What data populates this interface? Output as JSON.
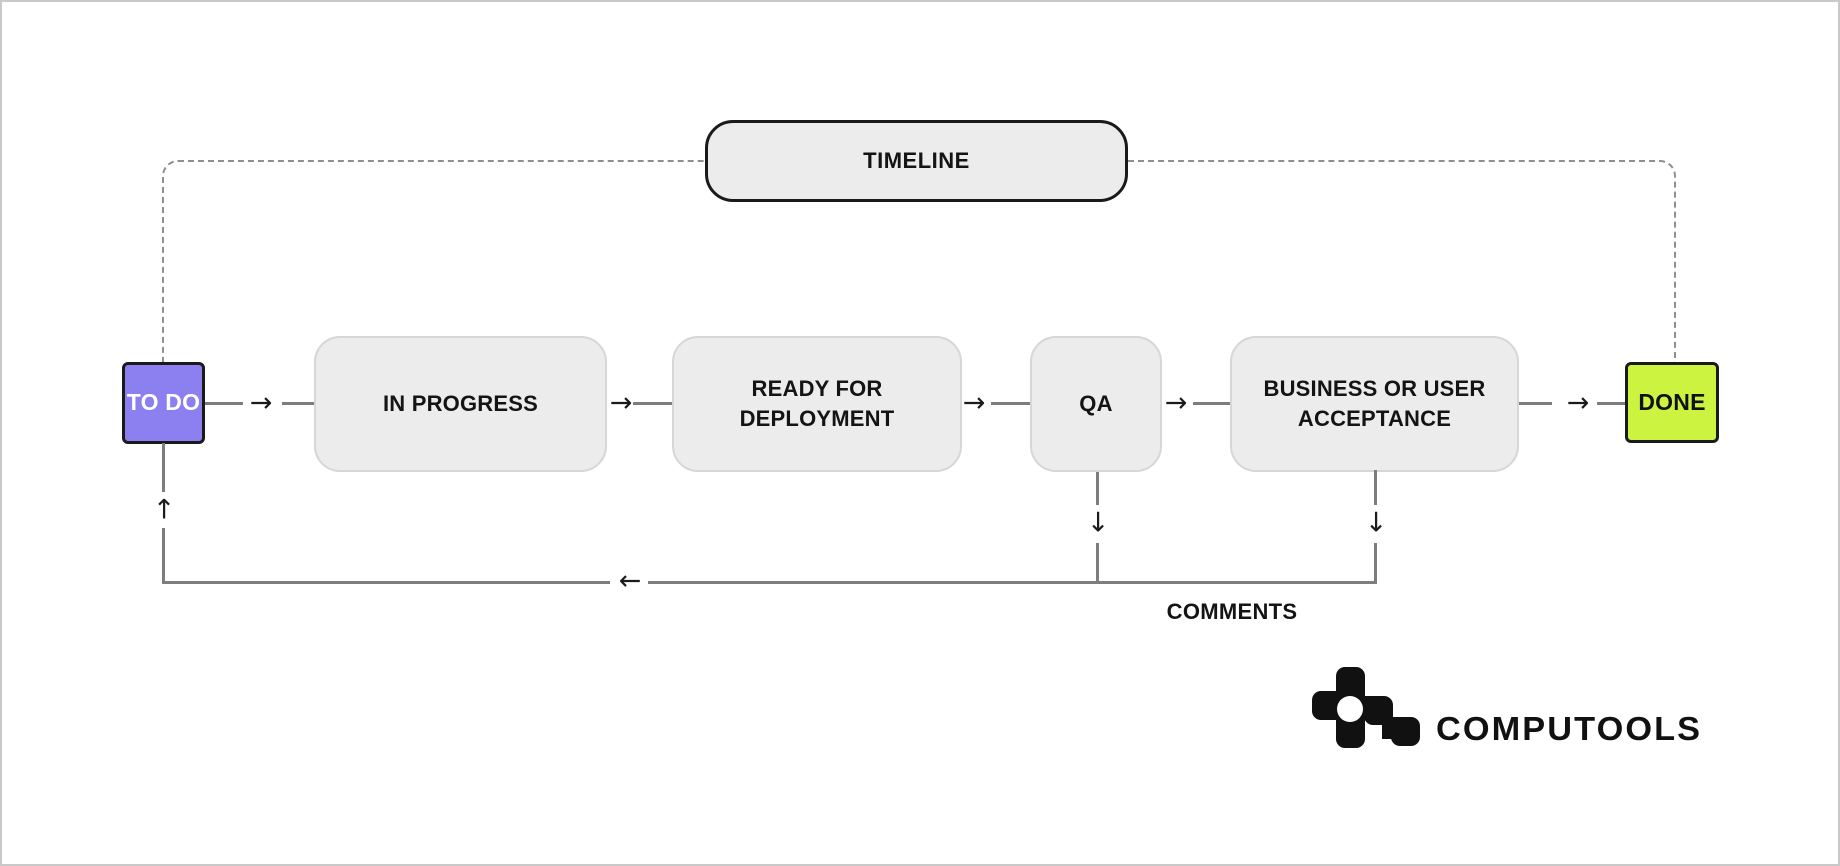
{
  "diagram": {
    "timeline": {
      "label": "TIMELINE"
    },
    "stages": [
      {
        "key": "todo",
        "label": "TO DO"
      },
      {
        "key": "in-progress",
        "label": "IN PROGRESS"
      },
      {
        "key": "ready-for-deployment",
        "label": "READY FOR DEPLOYMENT"
      },
      {
        "key": "qa",
        "label": "QA"
      },
      {
        "key": "business-or-user-acceptance",
        "label": "BUSINESS OR USER ACCEPTANCE"
      },
      {
        "key": "done",
        "label": "DONE"
      }
    ],
    "feedback_label": "COMMENTS",
    "icons": {
      "arrow_right": "→",
      "arrow_left": "←",
      "arrow_up": "↑",
      "arrow_down": "↓"
    },
    "colors": {
      "todo_fill": "#8C80F0",
      "done_fill": "#CBF340",
      "stage_fill": "#ECECEC",
      "stage_border": "#D6D6D6",
      "outline": "#1A1A1A",
      "line": "#7D7D7D",
      "dashed_line": "#8F8F8F"
    }
  },
  "branding": {
    "logo_text": "COMPUTOOLS"
  }
}
